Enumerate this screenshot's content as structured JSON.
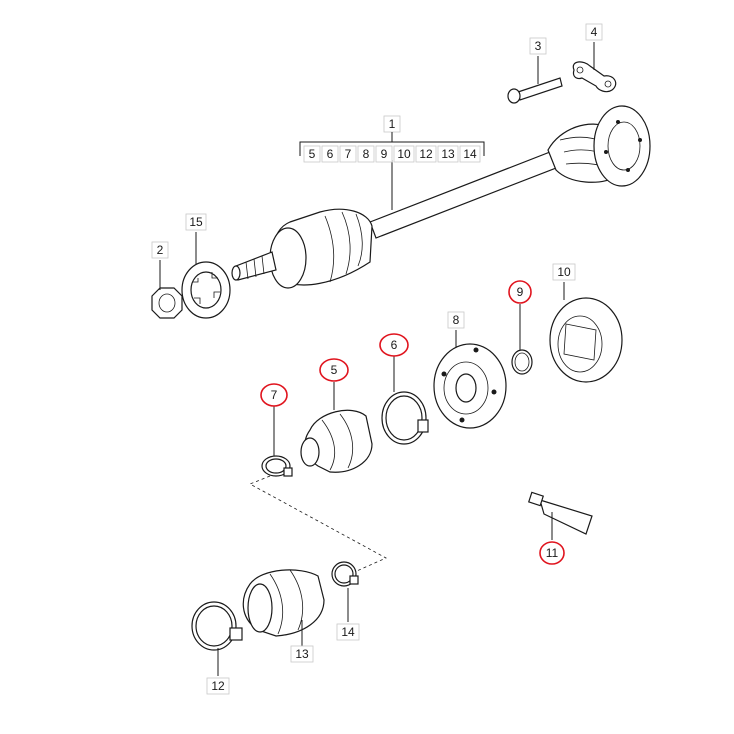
{
  "colors": {
    "line": "#1a1a1a",
    "highlight": "#e0141e",
    "label_box": "#c8c8c8",
    "background": "#ffffff"
  },
  "kit_label": "1",
  "kit_members": [
    "5",
    "6",
    "7",
    "8",
    "9",
    "10",
    "12",
    "13",
    "14"
  ],
  "labels": {
    "p2": "2",
    "p3": "3",
    "p4": "4",
    "p5": "5",
    "p6": "6",
    "p7": "7",
    "p8": "8",
    "p9": "9",
    "p10": "10",
    "p11": "11",
    "p12": "12",
    "p13": "13",
    "p14": "14",
    "p15": "15"
  },
  "highlighted_parts": [
    "5",
    "6",
    "7",
    "9",
    "11"
  ]
}
